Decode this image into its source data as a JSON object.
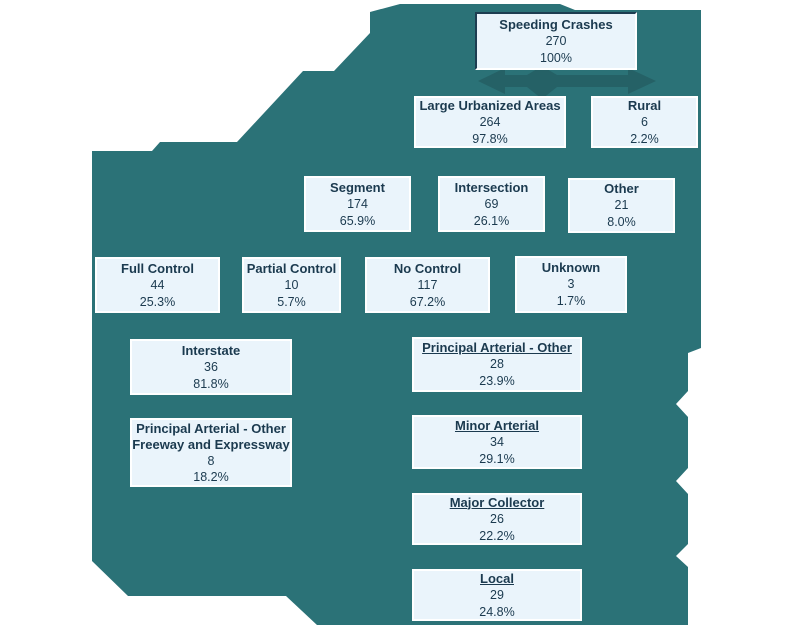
{
  "palette": {
    "page_background": "#ffffff",
    "shape_teal": "#2B7277",
    "arrow_dark_teal": "#256166",
    "box_fill": "#EAF4FB",
    "box_border": "#ffffff",
    "root_box_border": "#1D3D51",
    "text": "#1B3A4F"
  },
  "diagram": {
    "nodes": [
      {
        "label": "Speeding Crashes",
        "value": "270",
        "percent": "100%"
      },
      {
        "label": "Large Urbanized Areas",
        "value": "264",
        "percent": "97.8%"
      },
      {
        "label": "Rural",
        "value": "6",
        "percent": "2.2%"
      },
      {
        "label": "Segment",
        "value": "174",
        "percent": "65.9%"
      },
      {
        "label": "Intersection",
        "value": "69",
        "percent": "26.1%"
      },
      {
        "label": "Other",
        "value": "21",
        "percent": "8.0%"
      },
      {
        "label": "Full Control",
        "value": "44",
        "percent": "25.3%"
      },
      {
        "label": "Partial Control",
        "value": "10",
        "percent": "5.7%"
      },
      {
        "label": "No Control",
        "value": "117",
        "percent": "67.2%"
      },
      {
        "label": "Unknown",
        "value": "3",
        "percent": "1.7%"
      },
      {
        "label": "Interstate",
        "value": "36",
        "percent": "81.8%"
      },
      {
        "label": "Principal Arterial - Other",
        "value": "28",
        "percent": "23.9%"
      },
      {
        "label": "Principal Arterial - Other Freeway and Expressway",
        "value": "8",
        "percent": "18.2%"
      },
      {
        "label": "Minor Arterial",
        "value": "34",
        "percent": "29.1%"
      },
      {
        "label": "Major Collector",
        "value": "26",
        "percent": "22.2%"
      },
      {
        "label": "Local",
        "value": "29",
        "percent": "24.8%"
      }
    ]
  }
}
